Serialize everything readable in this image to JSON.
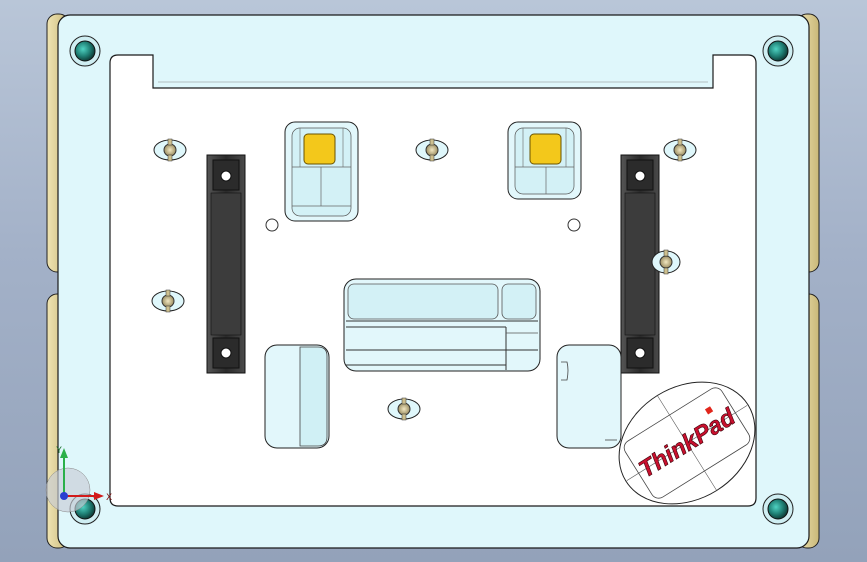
{
  "viewport": {
    "background_top": "#b9c6d8",
    "background_bottom": "#93a2ba"
  },
  "model": {
    "base_plate_color": "#dff7fb",
    "base_plate_edge_color": "#1a1a1a",
    "side_rail_color": "#d8c98e",
    "insert_plate_color": "#ffffff",
    "clamp_color": "#3a3a3a",
    "locator_pad_color": "#f3c81b",
    "logo": {
      "text": "ThinkPad",
      "text_color": "#c8102e",
      "dot_color": "#e1261c"
    }
  },
  "triad": {
    "y_label": "Y",
    "x_label": "X",
    "y_color": "#2ab04a",
    "x_color": "#d21a1a",
    "z_color": "#2a3fd0"
  }
}
